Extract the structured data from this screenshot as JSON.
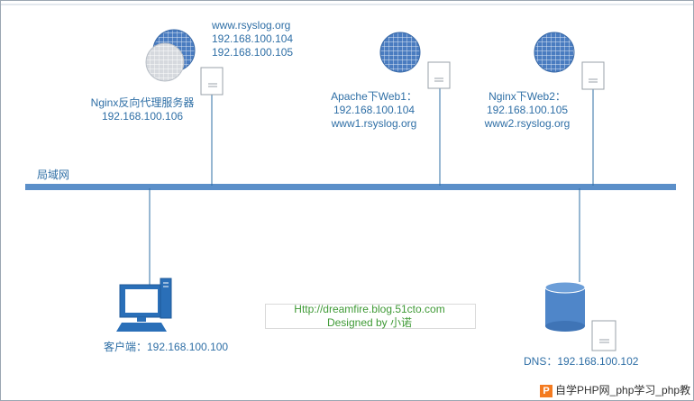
{
  "network": {
    "label": "局域网"
  },
  "proxy": {
    "title": "Nginx反向代理服务器",
    "ip": "192.168.100.106",
    "domain": "www.rsyslog.org",
    "vip1": "192.168.100.104",
    "vip2": "192.168.100.105"
  },
  "web1": {
    "title": "Apache下Web1：",
    "ip": "192.168.100.104",
    "domain": "www1.rsyslog.org"
  },
  "web2": {
    "title": "Nginx下Web2：",
    "ip": "192.168.100.105",
    "domain": "www2.rsyslog.org"
  },
  "client": {
    "label": "客户端：192.168.100.100"
  },
  "dns": {
    "label": "DNS：192.168.100.102"
  },
  "credit": {
    "url": "Http://dreamfire.blog.51cto.com",
    "designer": "Designed by 小诺"
  },
  "watermark": {
    "icon_letter": "P",
    "text": "自学PHP网_php学习_php教"
  },
  "colors": {
    "line": "#2f6fa6",
    "bus": "#5b8fc9",
    "globe": "#4f7fc0",
    "text": "#2f6fa6",
    "credit_text": "#3f9a36"
  }
}
